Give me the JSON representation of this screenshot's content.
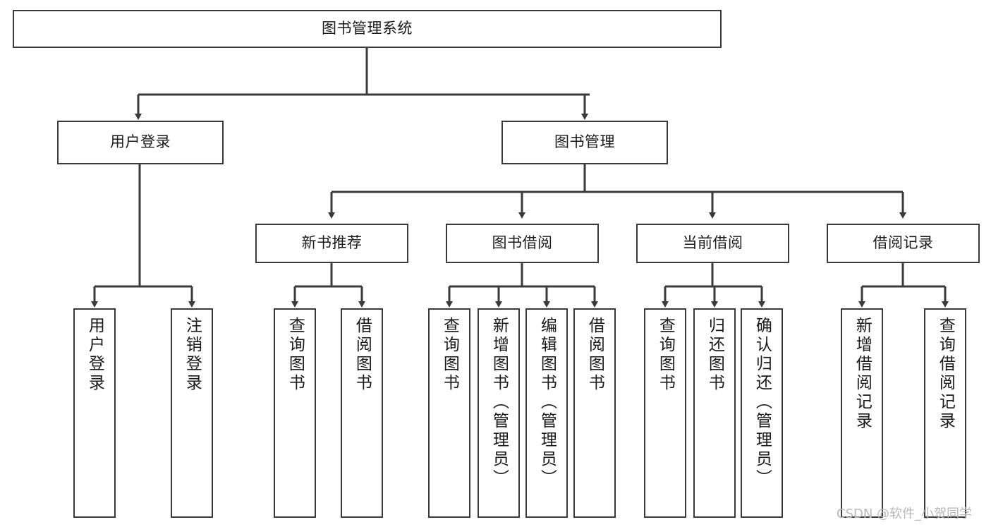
{
  "diagram": {
    "title": "图书管理系统",
    "watermark": "CSDN @软件_小贺同学",
    "line_color": "#3a3a3a",
    "box_fill": "#ffffff",
    "text_color": "#1a1a1a",
    "watermark_color": "#b9b9b9",
    "nodes": {
      "root": {
        "label": "图书管理系统"
      },
      "level2": [
        {
          "label": "用户登录"
        },
        {
          "label": "图书管理"
        }
      ],
      "level3": [
        {
          "label": "新书推荐"
        },
        {
          "label": "图书借阅"
        },
        {
          "label": "当前借阅"
        },
        {
          "label": "借阅记录"
        }
      ],
      "leaves": {
        "user_login": [
          {
            "label": "用户登录"
          },
          {
            "label": "注销登录"
          }
        ],
        "new_book_recommend": [
          {
            "label": "查询图书"
          },
          {
            "label": "借阅图书"
          }
        ],
        "book_borrow": [
          {
            "label": "查询图书"
          },
          {
            "label": "新增图书（管理员）"
          },
          {
            "label": "编辑图书（管理员）"
          },
          {
            "label": "借阅图书"
          }
        ],
        "current_borrow": [
          {
            "label": "查询图书"
          },
          {
            "label": "归还图书"
          },
          {
            "label": "确认归还（管理员）"
          }
        ],
        "borrow_records": [
          {
            "label": "新增借阅记录"
          },
          {
            "label": "查询借阅记录"
          }
        ]
      }
    }
  }
}
